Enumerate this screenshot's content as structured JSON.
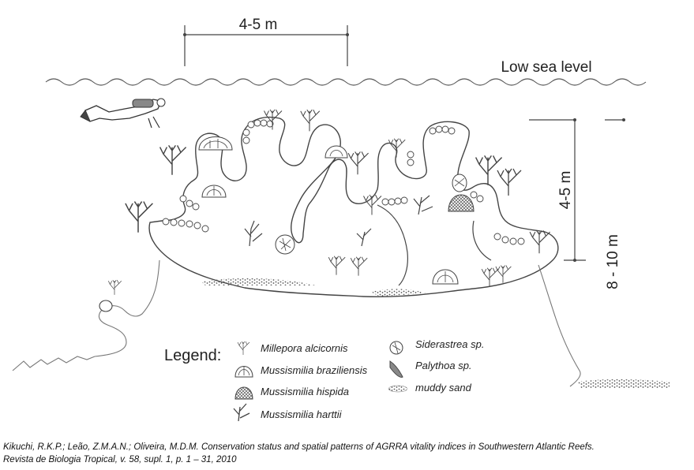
{
  "dimensions": {
    "width_top": "4-5 m",
    "height_upper": "4-5 m",
    "height_lower": "8 - 10 m"
  },
  "sea_level_label": "Low sea level",
  "legend": {
    "title": "Legend:",
    "items": [
      {
        "label": "Millepora alcicornis",
        "icon": "branching-coral-icon"
      },
      {
        "label": "Mussismilia braziliensis",
        "icon": "braziliensis-icon"
      },
      {
        "label": "Mussismilia hispida",
        "icon": "hispida-icon"
      },
      {
        "label": "Mussismilia harttii",
        "icon": "harttii-icon"
      },
      {
        "label": "Siderastrea sp.",
        "icon": "siderastrea-icon"
      },
      {
        "label": "Palythoa sp.",
        "icon": "palythoa-icon"
      },
      {
        "label": "muddy sand",
        "icon": "muddy-sand-icon"
      }
    ]
  },
  "citation": {
    "line1": "Kikuchi, R.K.P.; Leão, Z.M.A.N.; Oliveira, M.D.M. Conservation status and spatial patterns of AGRRA vitality indices in Southwestern Atlantic Reefs.",
    "line2": "Revista de Biologia Tropical, v. 58, supl. 1, p. 1 – 31, 2010"
  },
  "colors": {
    "line": "#444444",
    "text": "#222222"
  }
}
